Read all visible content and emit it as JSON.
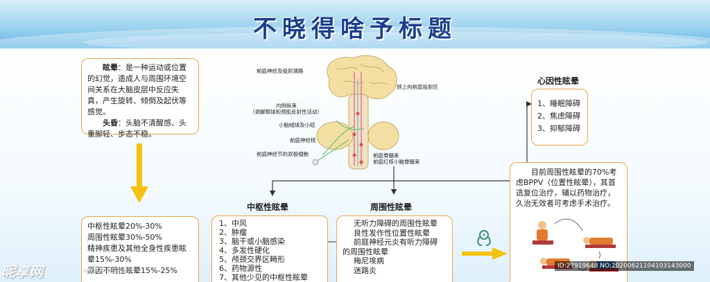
{
  "title": "不晓得啥予标题",
  "definition": {
    "dizziness_term": "眩晕",
    "dizziness_text": "：是一种运动或位置的幻觉，造成人与周围环境空间关系在大脑皮层中反应失真，产生旋转、倾倒及起伏等感觉。",
    "lightheaded_term": "头昏",
    "lightheaded_text": "：头脑不清醒感、头重脚轻、步态不稳。"
  },
  "stats": [
    "中枢性眩晕20%-30%",
    "周围性眩晕30%-50%",
    "精神疾患及其他全身性疾患眩晕15%-30%",
    "原因不明性眩晕15%-25%"
  ],
  "diagram_labels": {
    "l1": "前庭神经及投射通路",
    "l2": "内侧纵束",
    "l3": "（调解眼球和颈肌反射性活动）",
    "l4": "小脑绒球及小结",
    "l5": "前庭神经核",
    "l6": "前庭神经节的双极细胞",
    "r1": "颁上向前庭投射区",
    "r2": "前庭脊髓束",
    "r3": "前庭红核小脑脊髓束"
  },
  "central": {
    "heading": "中枢性眩晕",
    "items": [
      "1、中风",
      "2、肿瘤",
      "3、脑干或小脑感染",
      "4、多发性硬化",
      "5、颅颈交界区畸形",
      "6、药物源性",
      "7、其他少见的中枢性眩晕"
    ]
  },
  "peripheral": {
    "heading": "周围性眩晕",
    "items": [
      "无听力障碍的周围性眩晕",
      "良性发作性位置性眩晕",
      "前庭神经元炎有听力障碍",
      "的周围性眩晕",
      "梅尼埃病",
      "迷路炎"
    ]
  },
  "psychogenic": {
    "heading": "心因性眩晕",
    "items": [
      "1、睡眠障碍",
      "2、焦虑障碍",
      "3、抑郁障碍"
    ]
  },
  "treatment": {
    "text": "目前周围性眩晕的70%考虑BPPV（位置性眩晕），其首选复位治疗，辅以药物治疗，久治无效者可考虑手术治疗。"
  },
  "watermark": "ID:27919648 NO:20200621104103143000",
  "logo": "昵享网",
  "logo_url": "www.nipic.cn",
  "colors": {
    "title": "#1a3f8f",
    "box_border": "#e8a54b",
    "arrow_yellow": "#f4c20d",
    "header_blue": "#5fb4e3"
  }
}
